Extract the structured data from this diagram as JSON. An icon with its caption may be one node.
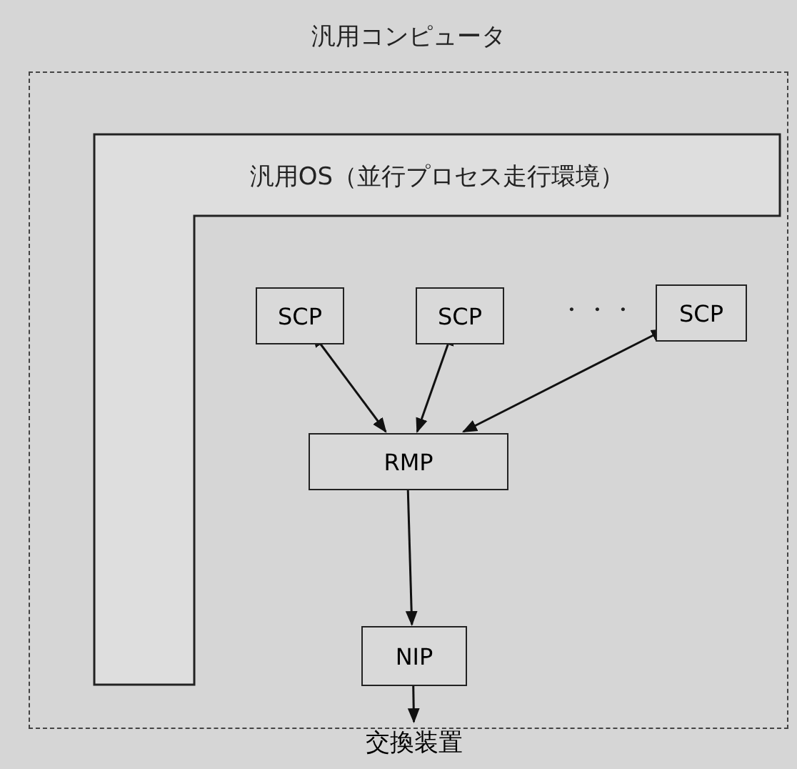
{
  "diagram": {
    "nodes": [
      {
        "text": [
          "汎用コンピュータ"
        ]
      },
      {
        "text": [
          "汎用OS（並行プロセス走行環境）"
        ],
        "in": 0
      },
      {
        "text": [
          "SCP"
        ],
        "in": 0
      },
      {
        "text": [
          "SCP"
        ],
        "in": 0
      },
      {
        "text": [
          "SCP"
        ],
        "in": 0
      },
      {
        "text": [
          "RMP"
        ],
        "in": 0
      },
      {
        "text": [
          "NIP"
        ],
        "in": 0
      },
      {
        "text": [
          "交換装置"
        ]
      }
    ],
    "edges": [
      {
        "from": 2,
        "to": 5,
        "arrow": "both"
      },
      {
        "from": 3,
        "to": 5,
        "arrow": "both"
      },
      {
        "from": 4,
        "to": 5,
        "arrow": "both"
      },
      {
        "from": 5,
        "to": 6,
        "arrow": "both"
      },
      {
        "from": 6,
        "to": 7,
        "arrow": "both"
      }
    ],
    "labels": [
      "・・・"
    ]
  }
}
